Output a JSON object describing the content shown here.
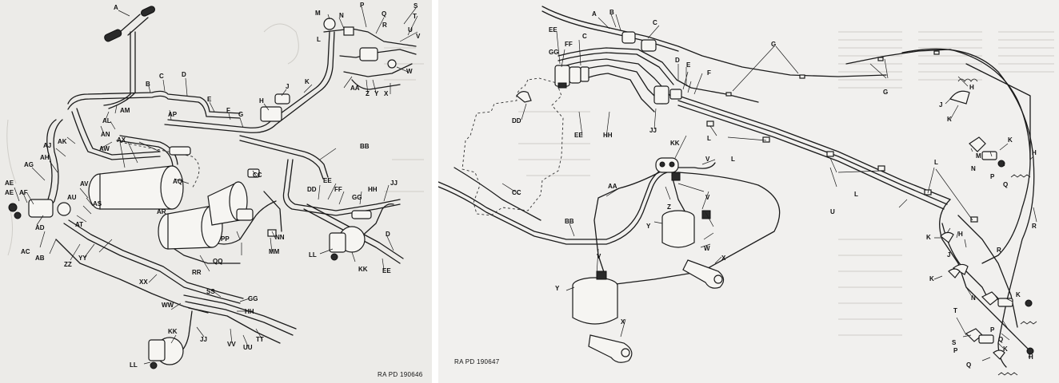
{
  "figures": [
    {
      "id": "left",
      "caption": "RA PD 190646",
      "labels": [
        "A",
        "B",
        "C",
        "D",
        "E",
        "F",
        "G",
        "H",
        "J",
        "K",
        "L",
        "M",
        "N",
        "P",
        "Q",
        "R",
        "S",
        "T",
        "U",
        "V",
        "W",
        "X",
        "Y",
        "Z",
        "AA",
        "AB",
        "AC",
        "AD",
        "AE",
        "AE",
        "AF",
        "AG",
        "AH",
        "AJ",
        "AK",
        "AL",
        "AM",
        "AN",
        "AP",
        "AQ",
        "AR",
        "AS",
        "AT",
        "AU",
        "AV",
        "AW",
        "AX",
        "BB",
        "CC",
        "DD",
        "EE",
        "FF",
        "GG",
        "HH",
        "JJ",
        "KK",
        "LL",
        "MM",
        "NN",
        "PP",
        "QQ",
        "RR",
        "SS",
        "TT",
        "UU",
        "VV",
        "WW",
        "XX",
        "YY",
        "ZZ",
        "D",
        "EE",
        "GG",
        "HH",
        "JJ",
        "KK",
        "LL"
      ]
    },
    {
      "id": "right",
      "caption": "RA PD 190647",
      "labels": [
        "A",
        "B",
        "C",
        "C",
        "D",
        "E",
        "F",
        "G",
        "G",
        "H",
        "H",
        "H",
        "H",
        "J",
        "J",
        "K",
        "K",
        "K",
        "K",
        "K",
        "K",
        "L",
        "L",
        "L",
        "L",
        "M",
        "N",
        "N",
        "P",
        "P",
        "P",
        "Q",
        "Q",
        "Q",
        "R",
        "R",
        "S",
        "T",
        "U",
        "V",
        "V",
        "V",
        "W",
        "X",
        "X",
        "Y",
        "Y",
        "Z",
        "AA",
        "BB",
        "CC",
        "DD",
        "EE",
        "EE",
        "FF",
        "GG",
        "HH",
        "JJ",
        "KK"
      ]
    }
  ]
}
